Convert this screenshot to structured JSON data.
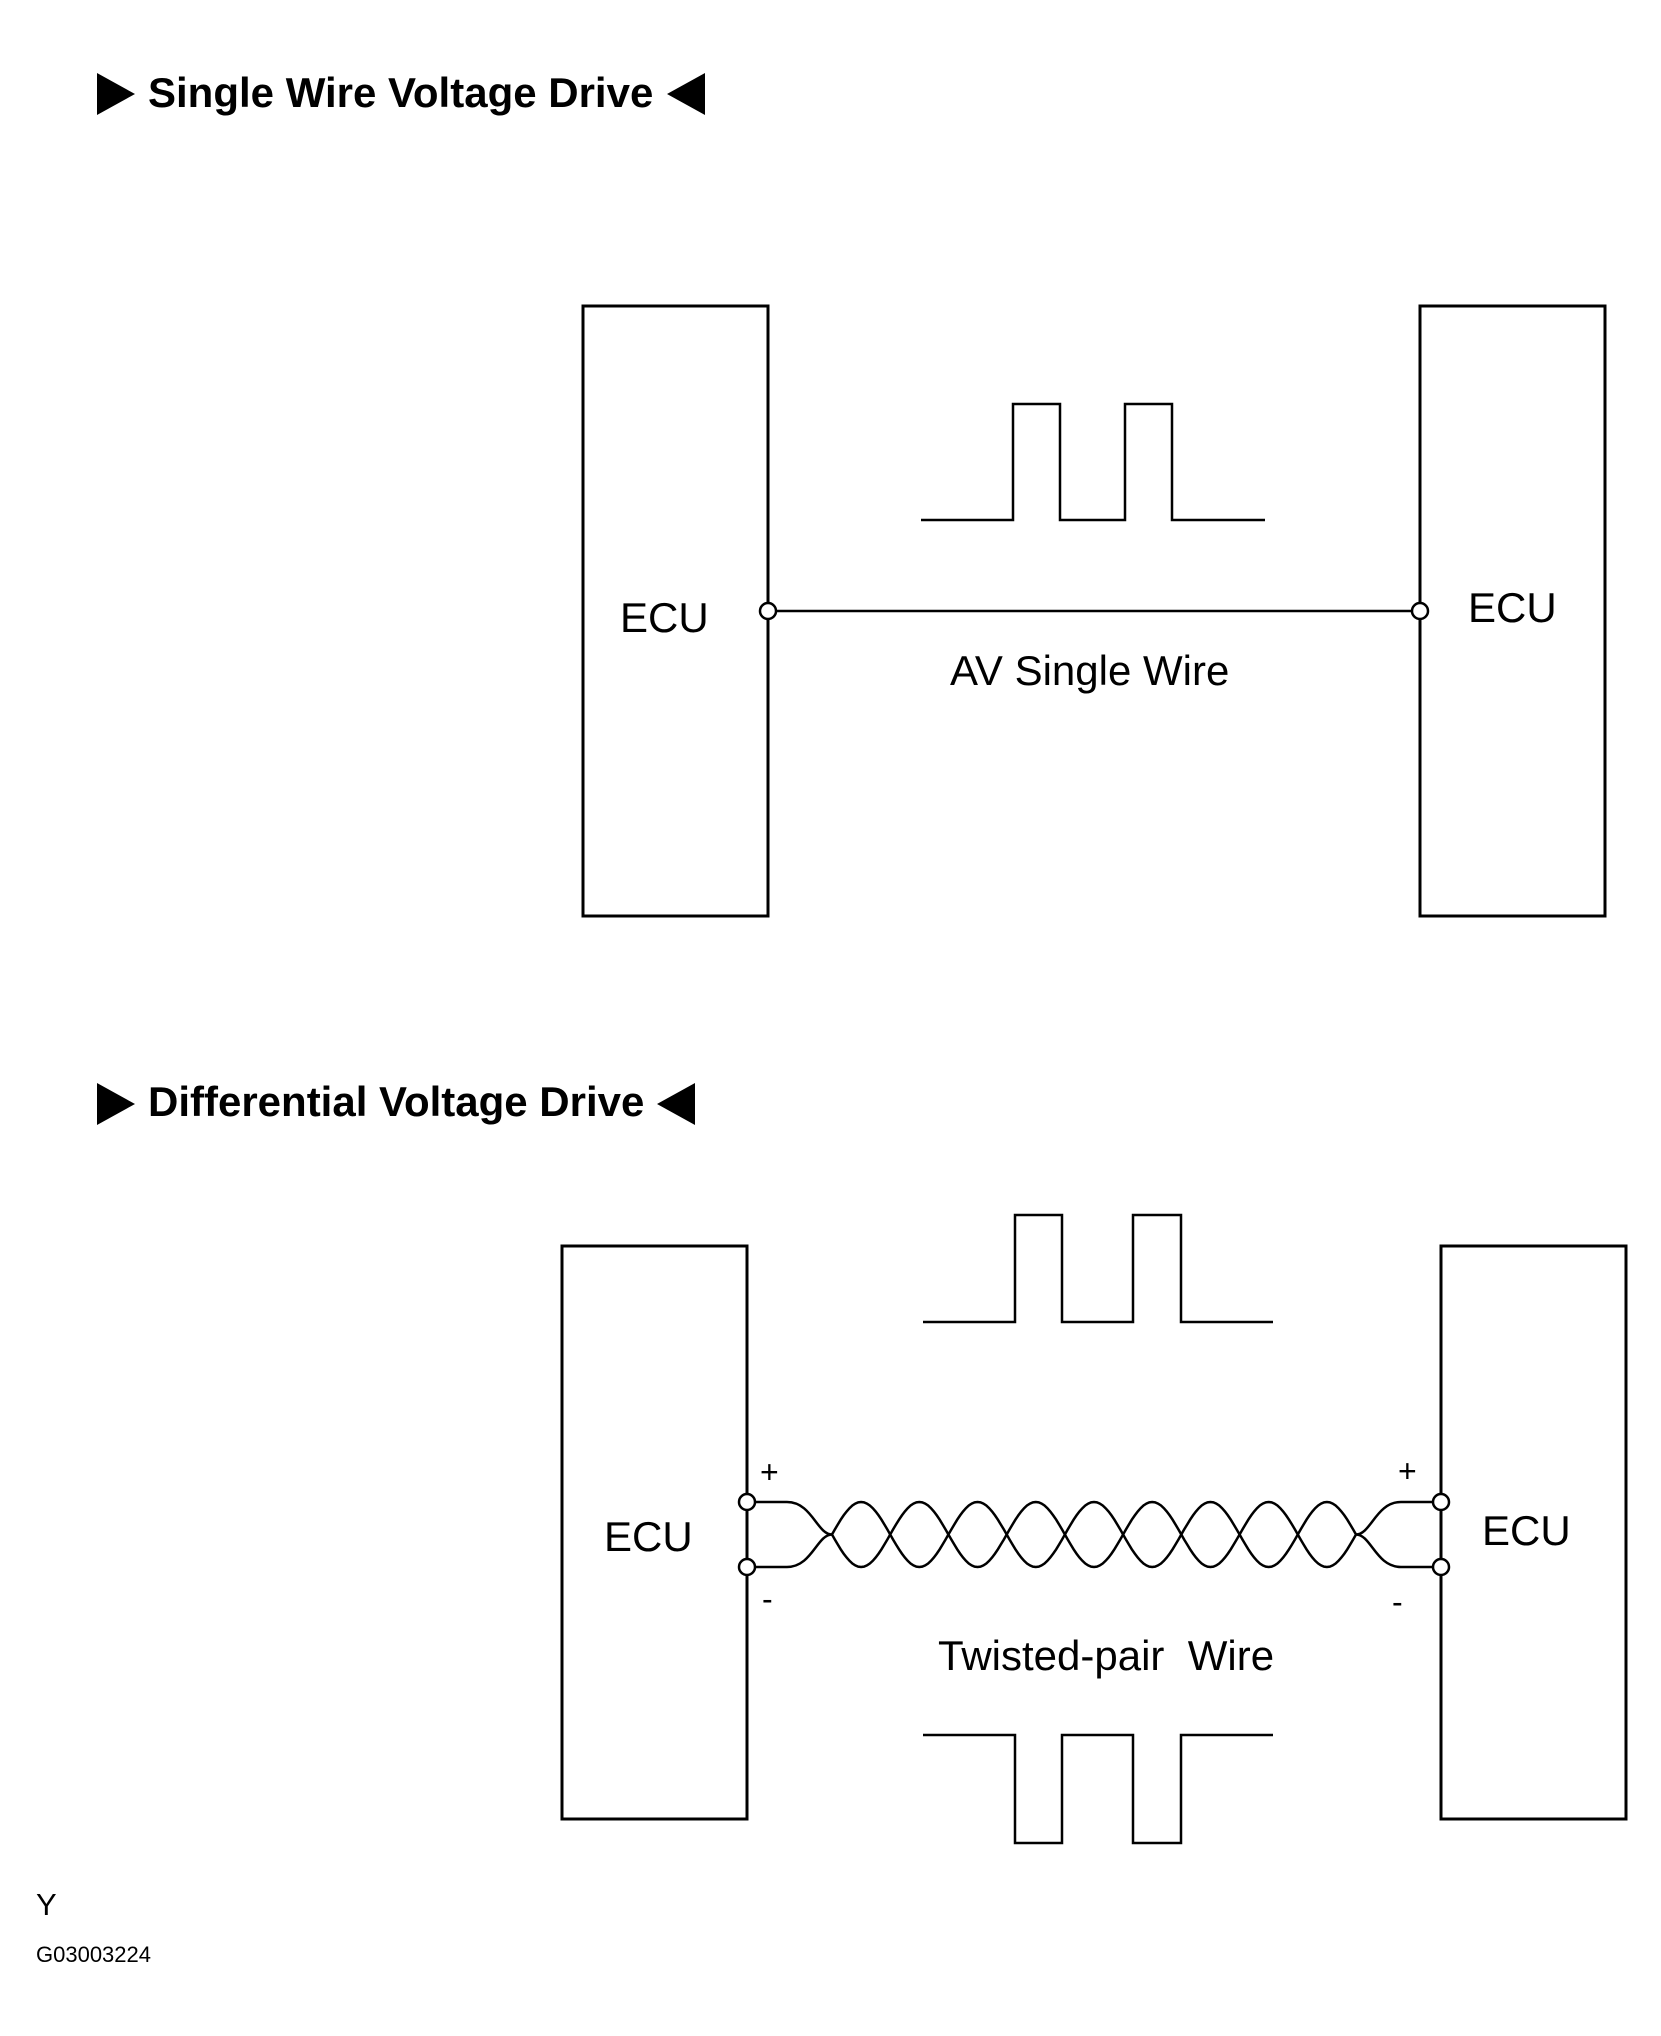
{
  "sections": {
    "single": {
      "title": "Single Wire Voltage Drive"
    },
    "differential": {
      "title": "Differential Voltage Drive"
    }
  },
  "single_diagram": {
    "left_ecu": "ECU",
    "right_ecu": "ECU",
    "wire_label": "AV Single Wire"
  },
  "differential_diagram": {
    "left_ecu": "ECU",
    "right_ecu": "ECU",
    "wire_label": "Twisted-pair  Wire",
    "left_plus": "+",
    "left_minus": "-",
    "right_plus": "+",
    "right_minus": "-"
  },
  "footer": {
    "letter": "Y",
    "code": "G03003224"
  },
  "colors": {
    "ink": "#000000",
    "background": "#ffffff"
  }
}
